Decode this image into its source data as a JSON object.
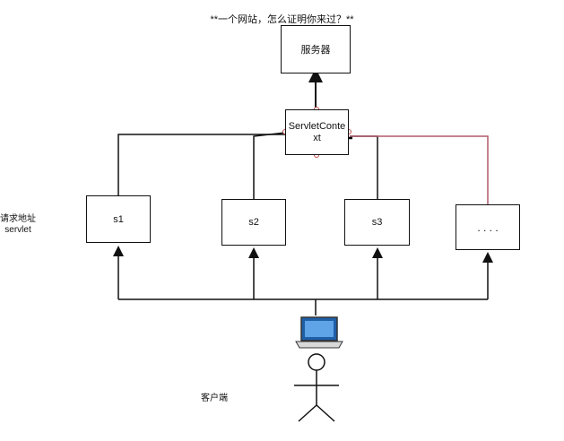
{
  "title": "**一个网站，怎么证明你来过？**",
  "server": {
    "label": "服务器"
  },
  "context": {
    "label": "ServletConte xt"
  },
  "servlets": [
    {
      "label": "s1"
    },
    {
      "label": "s2"
    },
    {
      "label": "s3"
    },
    {
      "label": ". . . ."
    }
  ],
  "side_label": {
    "line1": "请求地址",
    "line2": "servlet"
  },
  "client_label": "客户端",
  "colors": {
    "line": "#111111",
    "highlight": "#b05a6a",
    "handle": "#c04a4a"
  },
  "icons": {
    "computer": "laptop-icon",
    "person": "stick-figure-icon",
    "cursor": "move-cursor-icon"
  }
}
